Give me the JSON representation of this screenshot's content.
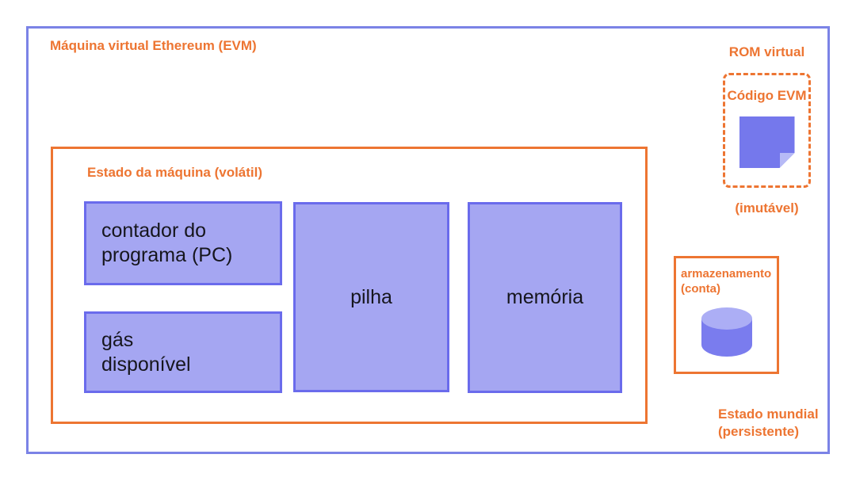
{
  "colors": {
    "background": "#FFFFFF",
    "orange": "#ED7532",
    "outer-border": "#7B83E6",
    "box-fill": "#A5A6F2",
    "box-border": "#6A6BEC",
    "note-fill": "#7578EC",
    "note-fold": "#B7BAF6",
    "cylinder-body": "#7A7CEE",
    "cylinder-top": "#ACAEF5",
    "text-dark": "#16161D"
  },
  "evm": {
    "title": "Máquina virtual Ethereum (EVM)",
    "machine_state": {
      "title": "Estado da máquina (volátil)",
      "boxes": {
        "program_counter": {
          "lines": [
            "contador do",
            "programa (PC)"
          ]
        },
        "gas_available": {
          "lines": [
            "gás",
            "disponível"
          ]
        },
        "stack": {
          "label": "pilha"
        },
        "memory": {
          "label": "memória"
        }
      }
    }
  },
  "rom": {
    "title": "ROM virtual",
    "box_label": "Código EVM",
    "caption": "(imutável)",
    "icon": "sticky-note-icon"
  },
  "storage": {
    "lines": [
      "armazenamento",
      "(conta)"
    ],
    "icon": "database-cylinder-icon"
  },
  "world_state": {
    "lines": [
      "Estado mundial",
      "(persistente)"
    ]
  }
}
